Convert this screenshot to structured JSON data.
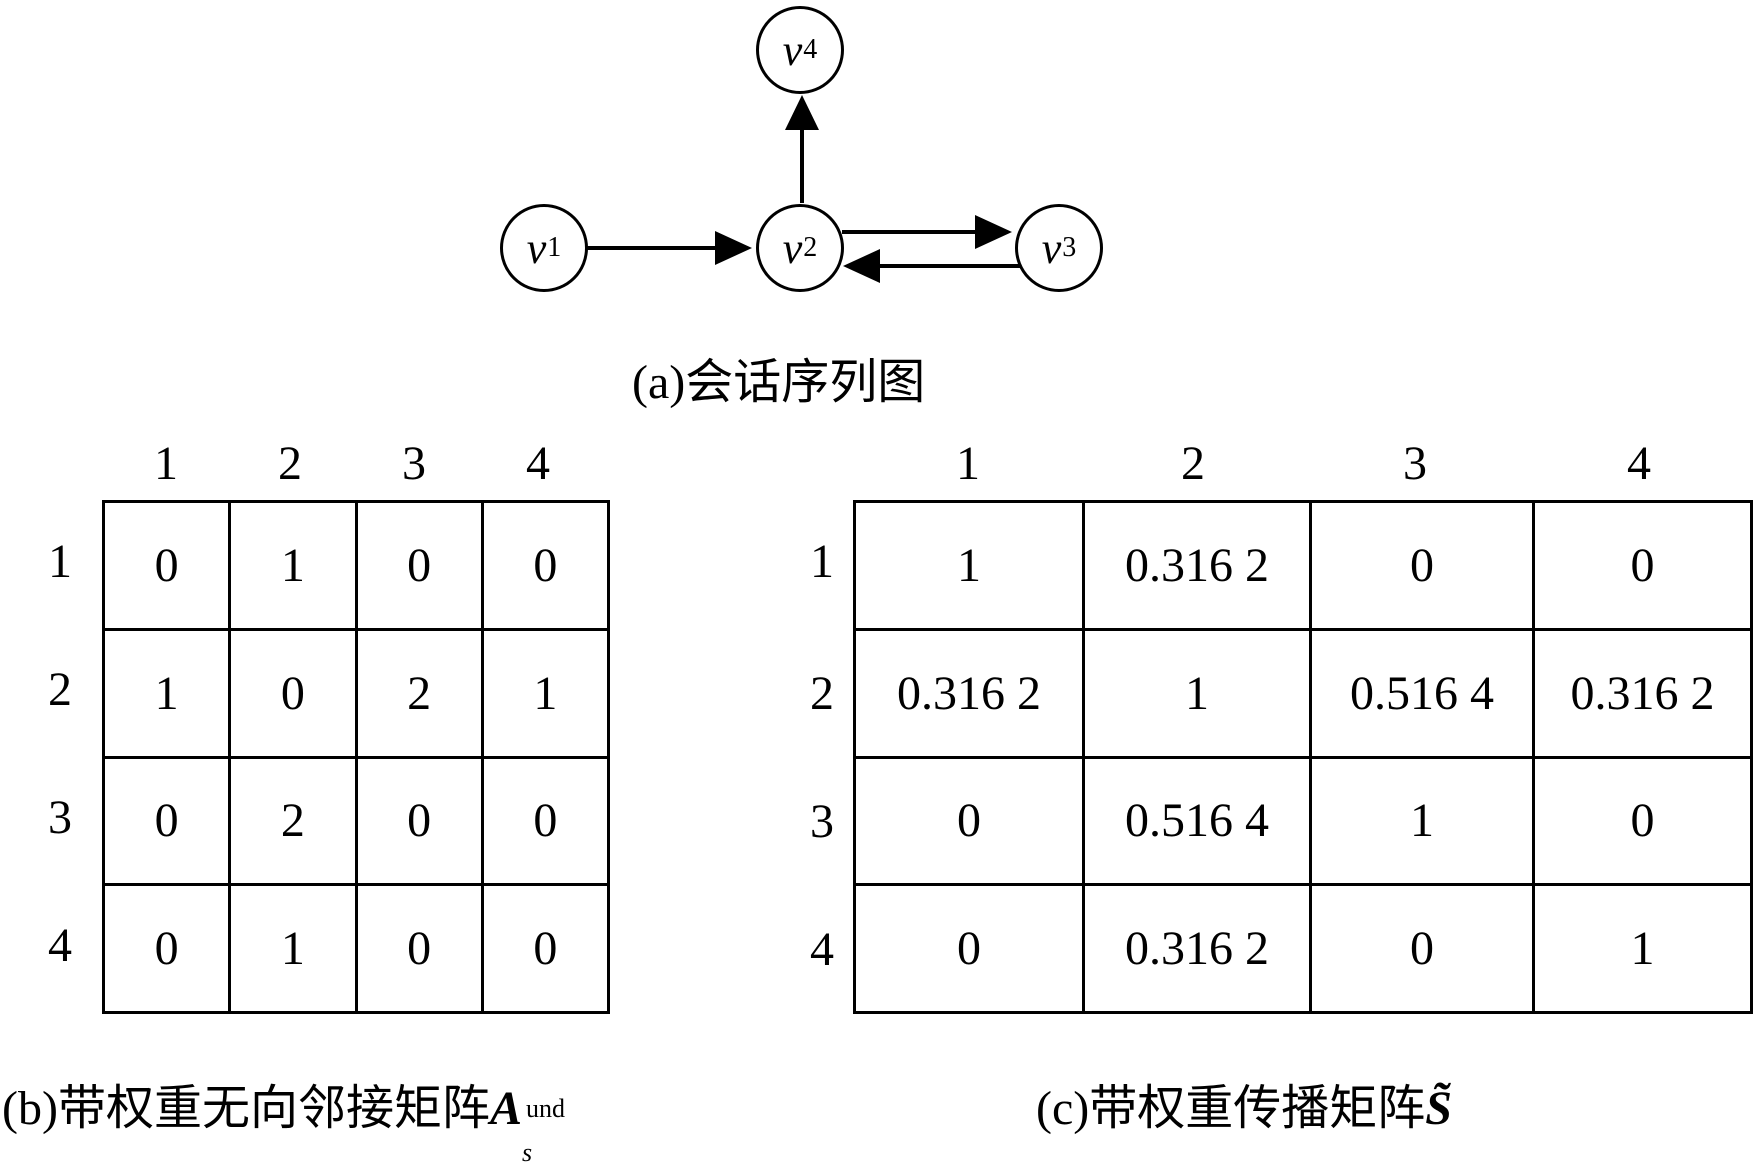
{
  "graph": {
    "nodes": [
      {
        "id": "v1",
        "letter": "v",
        "sub": "1"
      },
      {
        "id": "v2",
        "letter": "v",
        "sub": "2"
      },
      {
        "id": "v3",
        "letter": "v",
        "sub": "3"
      },
      {
        "id": "v4",
        "letter": "v",
        "sub": "4"
      }
    ],
    "edges": [
      {
        "from": "v1",
        "to": "v2"
      },
      {
        "from": "v2",
        "to": "v4"
      },
      {
        "from": "v2",
        "to": "v3"
      },
      {
        "from": "v3",
        "to": "v2"
      }
    ],
    "caption": "(a)会话序列图"
  },
  "matrix_b": {
    "col_headers": [
      "1",
      "2",
      "3",
      "4"
    ],
    "row_headers": [
      "1",
      "2",
      "3",
      "4"
    ],
    "rows": [
      [
        "0",
        "1",
        "0",
        "0"
      ],
      [
        "1",
        "0",
        "2",
        "1"
      ],
      [
        "0",
        "2",
        "0",
        "0"
      ],
      [
        "0",
        "1",
        "0",
        "0"
      ]
    ],
    "caption_prefix": "(b)带权重无向邻接矩阵",
    "caption_symbol": "A",
    "caption_sub": "s",
    "caption_sup": "und"
  },
  "matrix_c": {
    "col_headers": [
      "1",
      "2",
      "3",
      "4"
    ],
    "row_headers": [
      "1",
      "2",
      "3",
      "4"
    ],
    "rows": [
      [
        "1",
        "0.316 2",
        "0",
        "0"
      ],
      [
        "0.316 2",
        "1",
        "0.516 4",
        "0.316 2"
      ],
      [
        "0",
        "0.516 4",
        "1",
        "0"
      ],
      [
        "0",
        "0.316 2",
        "0",
        "1"
      ]
    ],
    "caption_prefix": "(c)带权重传播矩阵",
    "caption_symbol": "S̃"
  }
}
